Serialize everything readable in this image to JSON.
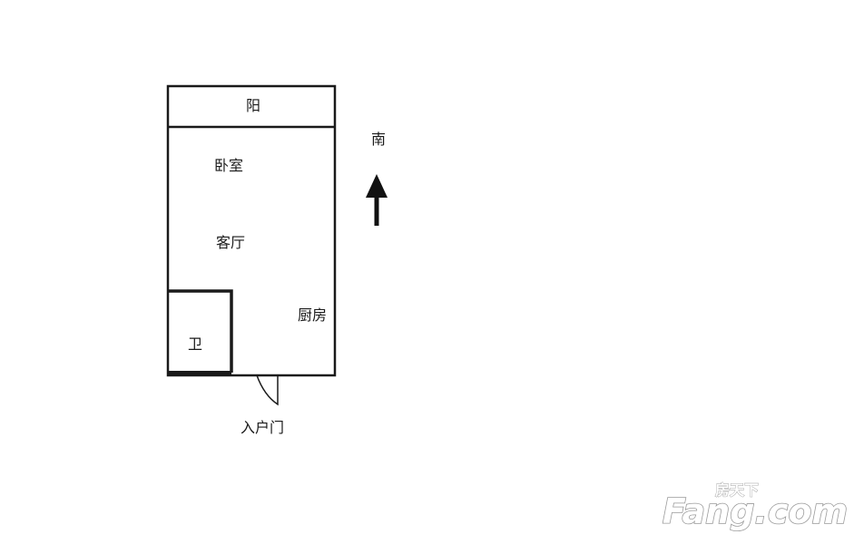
{
  "rooms": {
    "balcony": "阳",
    "bedroom": "卧室",
    "living_room": "客厅",
    "kitchen": "厨房",
    "bathroom": "卫"
  },
  "entrance_label": "入户门",
  "compass": {
    "label": "南"
  },
  "watermark": {
    "cn": "房天下",
    "en": "Fang.com"
  },
  "colors": {
    "wall": "#1a1a1a",
    "background": "#ffffff",
    "watermark_outline": "#9a9a9a"
  }
}
